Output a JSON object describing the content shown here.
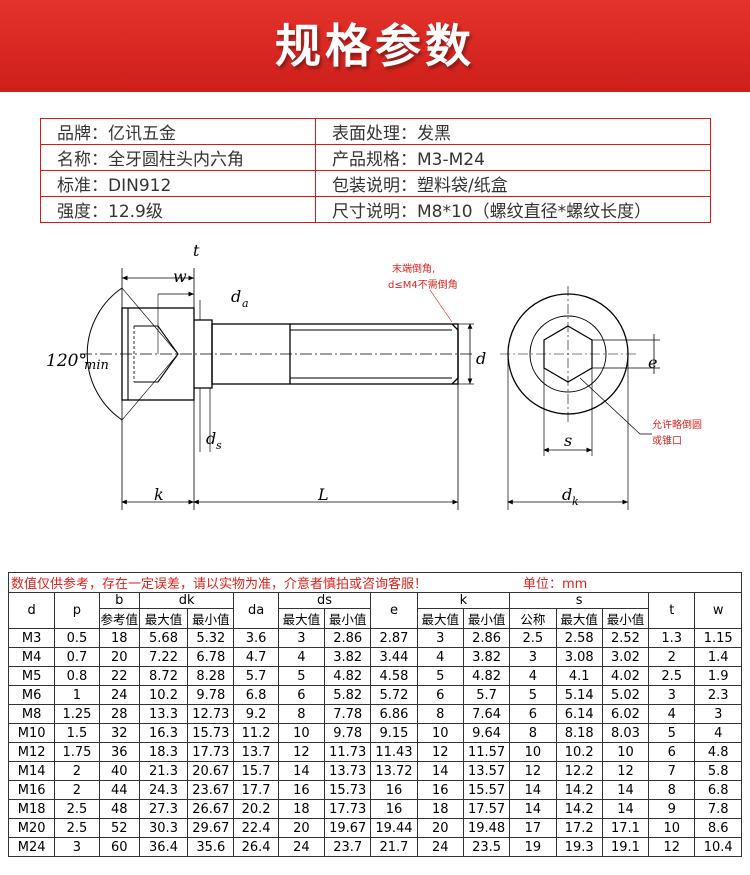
{
  "banner": {
    "title": "规格参数"
  },
  "info": [
    [
      "品牌：亿讯五金",
      "表面处理：发黑"
    ],
    [
      "名称：全牙圆柱头内六角",
      "产品规格：M3-M24"
    ],
    [
      "标准：DIN912",
      "包装说明：塑料袋/纸盒"
    ],
    [
      "强度：12.9级",
      "尺寸说明：M8*10（螺纹直径*螺纹长度）"
    ]
  ],
  "drawing": {
    "angle": "120°",
    "angle_sub": "min",
    "note1_line1": "末端倒角,",
    "note1_line2": "d≤M4不需倒角",
    "note2_line1": "允许略倒圆",
    "note2_line2": "或锥口",
    "labels": {
      "t": "t",
      "w": "w",
      "da": "d",
      "da_sub": "a",
      "ds": "d",
      "ds_sub": "s",
      "d": "d",
      "k": "k",
      "L": "L",
      "e": "e",
      "s": "s",
      "dk": "d",
      "dk_sub": "k"
    }
  },
  "colors": {
    "banner": "#d8241f",
    "border": "#d01c1a",
    "note": "#e0201b"
  },
  "table": {
    "note": "数值仅供参考，存在一定误差，请以实物为准，介意者慎拍或咨询客服！",
    "unit": "单位：mm",
    "head1": {
      "d": "d",
      "p": "p",
      "b": "b",
      "dk": "dk",
      "da": "da",
      "ds": "ds",
      "e": "e",
      "k": "k",
      "s": "s",
      "t": "t",
      "w": "w"
    },
    "head2": {
      "ref": "参考值",
      "max": "最大值",
      "min": "最小值",
      "nom": "公称"
    },
    "rows": [
      [
        "M3",
        "0.5",
        "18",
        "5.68",
        "5.32",
        "3.6",
        "3",
        "2.86",
        "2.87",
        "3",
        "2.86",
        "2.5",
        "2.58",
        "2.52",
        "1.3",
        "1.15"
      ],
      [
        "M4",
        "0.7",
        "20",
        "7.22",
        "6.78",
        "4.7",
        "4",
        "3.82",
        "3.44",
        "4",
        "3.82",
        "3",
        "3.08",
        "3.02",
        "2",
        "1.4"
      ],
      [
        "M5",
        "0.8",
        "22",
        "8.72",
        "8.28",
        "5.7",
        "5",
        "4.82",
        "4.58",
        "5",
        "4.82",
        "4",
        "4.1",
        "4.02",
        "2.5",
        "1.9"
      ],
      [
        "M6",
        "1",
        "24",
        "10.2",
        "9.78",
        "6.8",
        "6",
        "5.82",
        "5.72",
        "6",
        "5.7",
        "5",
        "5.14",
        "5.02",
        "3",
        "2.3"
      ],
      [
        "M8",
        "1.25",
        "28",
        "13.3",
        "12.73",
        "9.2",
        "8",
        "7.78",
        "6.86",
        "8",
        "7.64",
        "6",
        "6.14",
        "6.02",
        "4",
        "3"
      ],
      [
        "M10",
        "1.5",
        "32",
        "16.3",
        "15.73",
        "11.2",
        "10",
        "9.78",
        "9.15",
        "10",
        "9.64",
        "8",
        "8.18",
        "8.03",
        "5",
        "4"
      ],
      [
        "M12",
        "1.75",
        "36",
        "18.3",
        "17.73",
        "13.7",
        "12",
        "11.73",
        "11.43",
        "12",
        "11.57",
        "10",
        "10.2",
        "10",
        "6",
        "4.8"
      ],
      [
        "M14",
        "2",
        "40",
        "21.3",
        "20.67",
        "15.7",
        "14",
        "13.73",
        "13.72",
        "14",
        "13.57",
        "12",
        "12.2",
        "12",
        "7",
        "5.8"
      ],
      [
        "M16",
        "2",
        "44",
        "24.3",
        "23.67",
        "17.7",
        "16",
        "15.73",
        "16",
        "16",
        "15.57",
        "14",
        "14.2",
        "14",
        "8",
        "6.8"
      ],
      [
        "M18",
        "2.5",
        "48",
        "27.3",
        "26.67",
        "20.2",
        "18",
        "17.73",
        "16",
        "18",
        "17.57",
        "14",
        "14.2",
        "14",
        "9",
        "7.8"
      ],
      [
        "M20",
        "2.5",
        "52",
        "30.3",
        "29.67",
        "22.4",
        "20",
        "19.67",
        "19.44",
        "20",
        "19.48",
        "17",
        "17.2",
        "17.1",
        "10",
        "8.6"
      ],
      [
        "M24",
        "3",
        "60",
        "36.4",
        "35.6",
        "26.4",
        "24",
        "23.7",
        "21.7",
        "24",
        "23.5",
        "19",
        "19.3",
        "19.1",
        "12",
        "10.4"
      ]
    ]
  }
}
